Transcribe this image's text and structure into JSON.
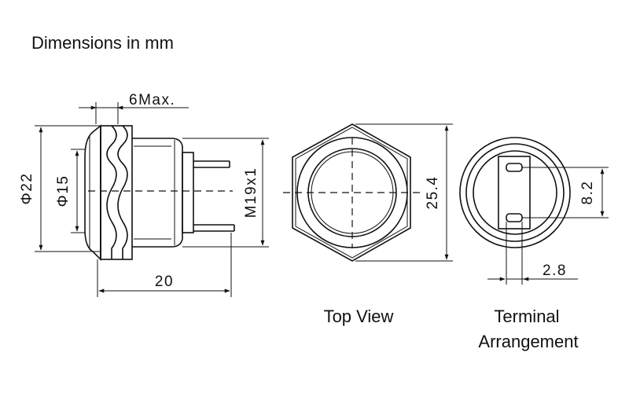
{
  "title": "Dimensions in mm",
  "side_view": {
    "dim_max_thickness": "6Max.",
    "dim_outer_diameter": "Φ22",
    "dim_button_diameter": "Φ15",
    "dim_thread": "M19x1",
    "dim_length": "20"
  },
  "top_view": {
    "dim_across_flats": "25.4",
    "caption": "Top View"
  },
  "terminal": {
    "dim_pin_spacing": "8.2",
    "dim_pin_width": "2.8",
    "caption_line1": "Terminal",
    "caption_line2": "Arrangement"
  }
}
